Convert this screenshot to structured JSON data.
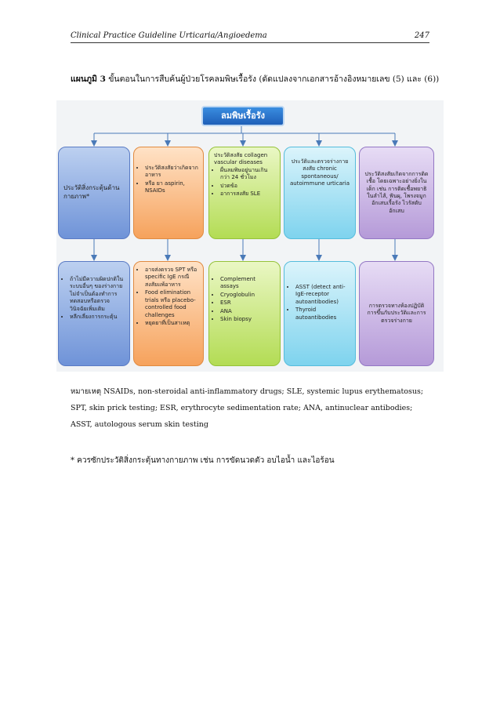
{
  "header": {
    "title": "Clinical Practice Guideline Urticaria/Angioedema",
    "page_number": "247"
  },
  "caption": {
    "label": "แผนภูมิ 3",
    "text": "ขั้นตอนในการสืบค้นผู้ป่วยโรคลมพิษเรื้อรัง (ดัดแปลงจากเอกสารอ้างอิงหมายเลข (5) และ (6))"
  },
  "diagram": {
    "root": "ลมพิษเรื้อรัง",
    "history": [
      {
        "text": "ประวัติสิ่งกระตุ้นด้านกายภาพ*"
      },
      {
        "items": [
          "ประวัติสงสัยว่าเกิดจากอาหาร",
          "หรือ ยา aspirin, NSAIDs"
        ]
      },
      {
        "heading": "ประวัติสงสัย collagen vascular diseases",
        "items": [
          "ผื่นลมพิษอยู่นานเกินกว่า 24 ชั่วโมง",
          "ปวดข้อ",
          "อาการสงสัย SLE"
        ]
      },
      {
        "text": "ประวัติและตรวจร่างกายสงสัย chronic spontaneous/ autoimmune urticaria"
      },
      {
        "text": "ประวัติสงสัยเกิดจากการติดเชื้อ โดยเฉพาะอย่างยิ่งในเด็ก เช่น การติดเชื้อพยาธิในลำไส้, ฟันผุ, โพรงจมูกอักเสบเรื้อรัง ไวรัสตับอักเสบ"
      }
    ],
    "tests": [
      {
        "items": [
          "ถ้าไม่มีความผิดปกติในระบบอื่นๆ ของร่างกาย ไม่จำเป็นต้องทำการทดสอบหรือตรวจวินิจฉัยเพิ่มเติม",
          "หลีกเลี่ยงการกระตุ้น"
        ]
      },
      {
        "items": [
          "อาจส่งตรวจ SPT หรือ specific IgE กรณีสงสัยแพ้อาหาร",
          "Food elimination trials หรือ placebo-controlled food challenges",
          "หยุดยาที่เป็นสาเหตุ"
        ]
      },
      {
        "items": [
          "Complement assays",
          "Cryoglobulin",
          "ESR",
          "ANA",
          "Skin biopsy"
        ]
      },
      {
        "items": [
          "ASST (detect anti-IgE-receptor autoantibodies)",
          "Thyroid autoantibodies"
        ]
      },
      {
        "text": "การตรวจทางห้องปฏิบัติการขึ้นกับประวัติและการตรวจร่างกาย"
      }
    ],
    "colors": {
      "arrow": "#4a7ab8",
      "root": "#2f74d0"
    }
  },
  "notes": {
    "line1": "หมายเหตุ   NSAIDs, non-steroidal anti-inflammatory drugs; SLE, systemic lupus erythematosus;",
    "line2": "SPT, skin prick testing; ESR, erythrocyte sedimentation rate; ANA, antinuclear antibodies;",
    "line3": "ASST, autologous serum skin testing"
  },
  "footnote": "* ควรซักประวัติสิ่งกระตุ้นทางกายภาพ เช่น การขัดนวดตัว อบไอน้ำ และไอร้อน"
}
